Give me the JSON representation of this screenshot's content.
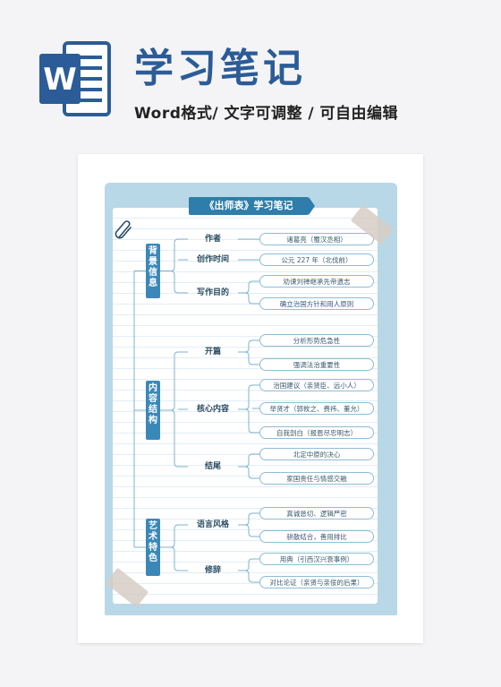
{
  "header": {
    "title": "学习笔记",
    "subtitle": "Word格式/ 文字可调整 / 可自由编辑",
    "logo_letter": "W"
  },
  "colors": {
    "brand": "#2c5c97",
    "folder": "#b8d8e7",
    "accent": "#3b88b8"
  },
  "note": {
    "title": "《出师表》学习笔记",
    "categories": [
      {
        "label": "背景信息",
        "subs": [
          {
            "label": "作者",
            "leaves": [
              "诸葛亮（蜀汉丞相）"
            ]
          },
          {
            "label": "创作时间",
            "leaves": [
              "公元 227 年（北伐前）"
            ]
          },
          {
            "label": "写作目的",
            "leaves": [
              "劝谏刘禅继承先帝遗志",
              "确立治国方针和用人原则"
            ]
          }
        ]
      },
      {
        "label": "内容结构",
        "subs": [
          {
            "label": "开篇",
            "leaves": [
              "分析形势危急性",
              "强调法治重要性"
            ]
          },
          {
            "label": "核心内容",
            "leaves": [
              "治国建议（亲贤臣、远小人）",
              "举贤才（郭攸之、费祎、董允）",
              "自我剖白（报恩尽忠明志）"
            ]
          },
          {
            "label": "结尾",
            "leaves": [
              "北定中原的决心",
              "家国责任与情感交融"
            ]
          }
        ]
      },
      {
        "label": "艺术特色",
        "subs": [
          {
            "label": "语言风格",
            "leaves": [
              "真诚恳切、逻辑严密",
              "骈散结合，善用排比"
            ]
          },
          {
            "label": "修辞",
            "leaves": [
              "用典（引西汉兴衰事例）",
              "对比论证（亲贤与亲佞的后果）"
            ]
          }
        ]
      }
    ]
  }
}
